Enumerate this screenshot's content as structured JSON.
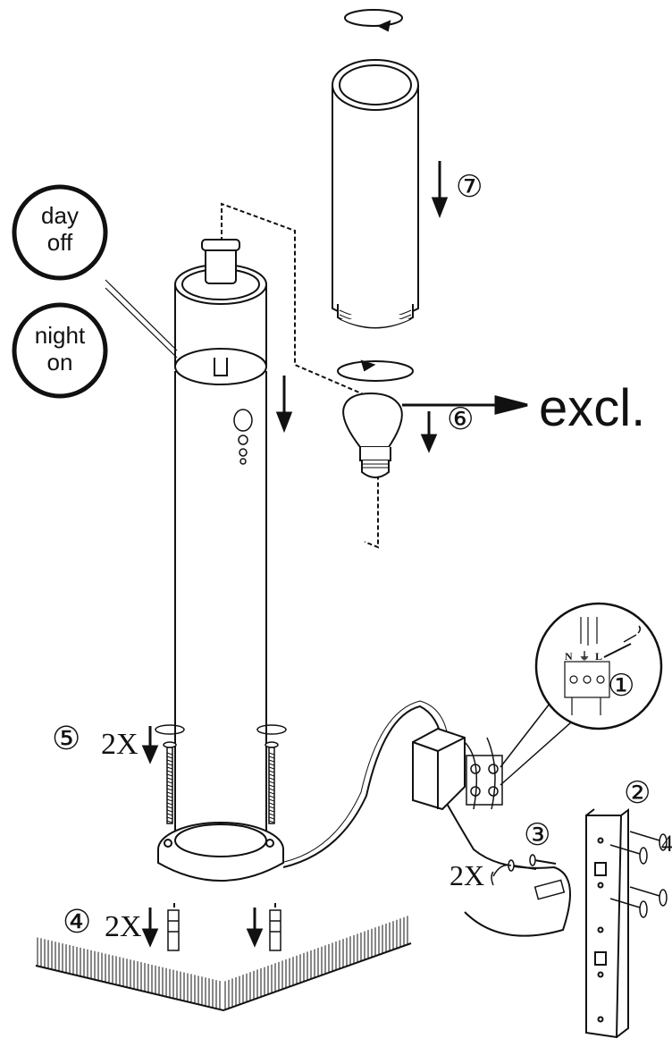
{
  "sensor_states": {
    "day": {
      "line1": "day",
      "line2": "off"
    },
    "night": {
      "line1": "night",
      "line2": "on"
    }
  },
  "steps": [
    {
      "num": "①",
      "qty": ""
    },
    {
      "num": "②",
      "qty": ""
    },
    {
      "num": "③",
      "qty": "2X"
    },
    {
      "num": "④",
      "qty": "2X"
    },
    {
      "num": "⑤",
      "qty": "2X"
    },
    {
      "num": "⑥",
      "qty": ""
    },
    {
      "num": "⑦",
      "qty": ""
    }
  ],
  "bulb_note": "excl.",
  "terminal_labels": {
    "neutral": "N",
    "earth": "⏚",
    "live": "L"
  },
  "plate_cut_label": "4",
  "colors": {
    "ink": "#111111",
    "background": "#ffffff"
  }
}
